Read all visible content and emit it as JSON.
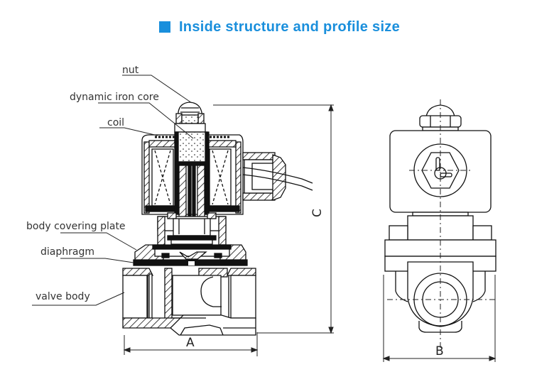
{
  "header": {
    "title": "Inside structure and profile size",
    "accent_color": "#1a8fdc",
    "bullet_icon": "square-bullet-icon"
  },
  "labels": {
    "nut": "nut",
    "dynamic_iron_core": "dynamic iron core",
    "coil": "coil",
    "body_covering_plate": "body covering plate",
    "diaphragm": "diaphragm",
    "valve_body": "valve body"
  },
  "dimensions": {
    "width_label": "A",
    "depth_label": "B",
    "height_label": "C"
  },
  "views": {
    "left": "section-view",
    "right": "side-view"
  }
}
